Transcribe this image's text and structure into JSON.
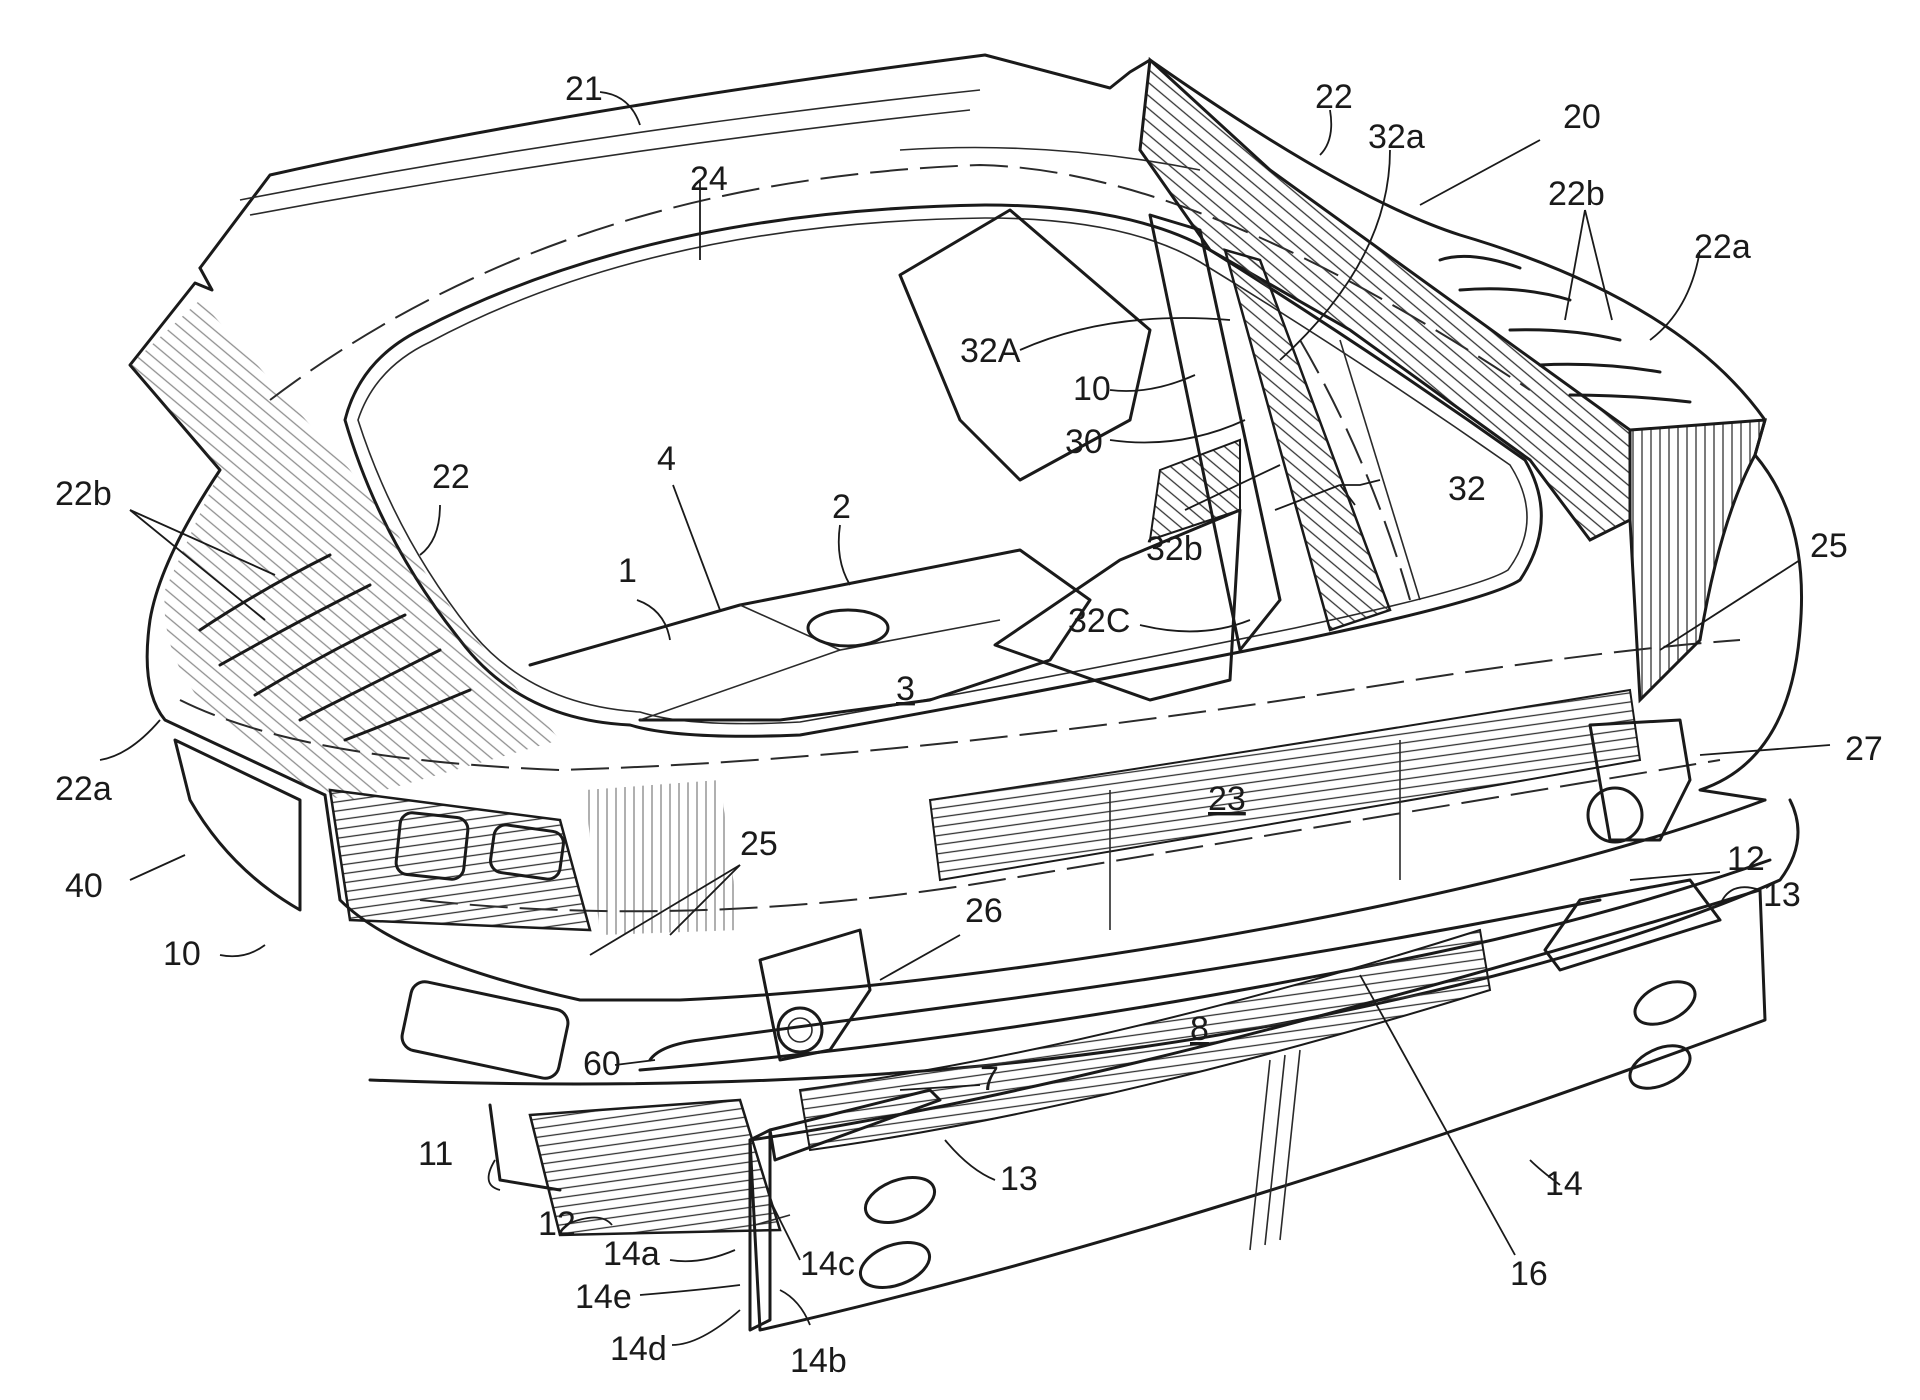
{
  "figure": {
    "type": "patent-drawing",
    "subject": "vehicle rear body structure perspective view",
    "line_color": "#1a1a1a",
    "background": "#ffffff"
  },
  "labels": {
    "l21": "21",
    "l24": "24",
    "l22_top": "22",
    "l32a": "32a",
    "l20": "20",
    "l22b_right": "22b",
    "l22a_right": "22a",
    "l32A": "32A",
    "l10_center": "10",
    "l30": "30",
    "l32": "32",
    "l22b_left": "22b",
    "l22_left": "22",
    "l4": "4",
    "l2": "2",
    "l1": "1",
    "l3": "3",
    "l32b": "32b",
    "l32C": "32C",
    "l25_right": "25",
    "l27": "27",
    "l22a_left": "22a",
    "l23": "23",
    "l40": "40",
    "l25_left": "25",
    "l10_left": "10",
    "l26": "26",
    "l12_right": "12",
    "l13_right": "13",
    "l60": "60",
    "l8": "8",
    "l7": "7",
    "l11": "11",
    "l13_left": "13",
    "l14": "14",
    "l12_left": "12",
    "l14a": "14a",
    "l14c": "14c",
    "l16": "16",
    "l14e": "14e",
    "l14d": "14d",
    "l14b": "14b"
  }
}
